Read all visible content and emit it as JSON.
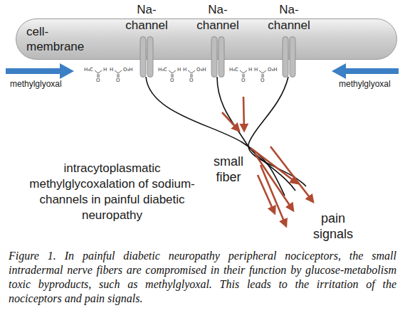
{
  "diagram": {
    "caption": "Figure 1. In painful diabetic neuropathy peripheral nociceptors, the small intradermal nerve fibers are compromised in their function by glucose-metabolism toxic byproducts, such as methylglyoxal. This leads to the irritation of the nociceptors and pain signals.",
    "nodes": [
      {
        "text": [
          "cell- membrane"
        ]
      },
      {
        "text": [
          "Na- channel"
        ],
        "in": 0
      },
      {
        "text": [
          "Na- channel"
        ],
        "in": 0
      },
      {
        "text": [
          "Na- channel"
        ],
        "in": 0
      }
    ],
    "labels": [
      "methylglyoxal",
      "H₃C",
      "O",
      "H",
      "H",
      "O",
      "O₃H",
      "H₃C",
      "O",
      "H",
      "H",
      "O",
      "O₃H",
      "H₃C",
      "O",
      "H",
      "H",
      "O",
      "O₃H",
      "methylglyoxal",
      "intracytoplasmatic methylglycoxalation of sodium-channels in painful diabetic neuropathy",
      "small fiber",
      "pain signals"
    ]
  }
}
